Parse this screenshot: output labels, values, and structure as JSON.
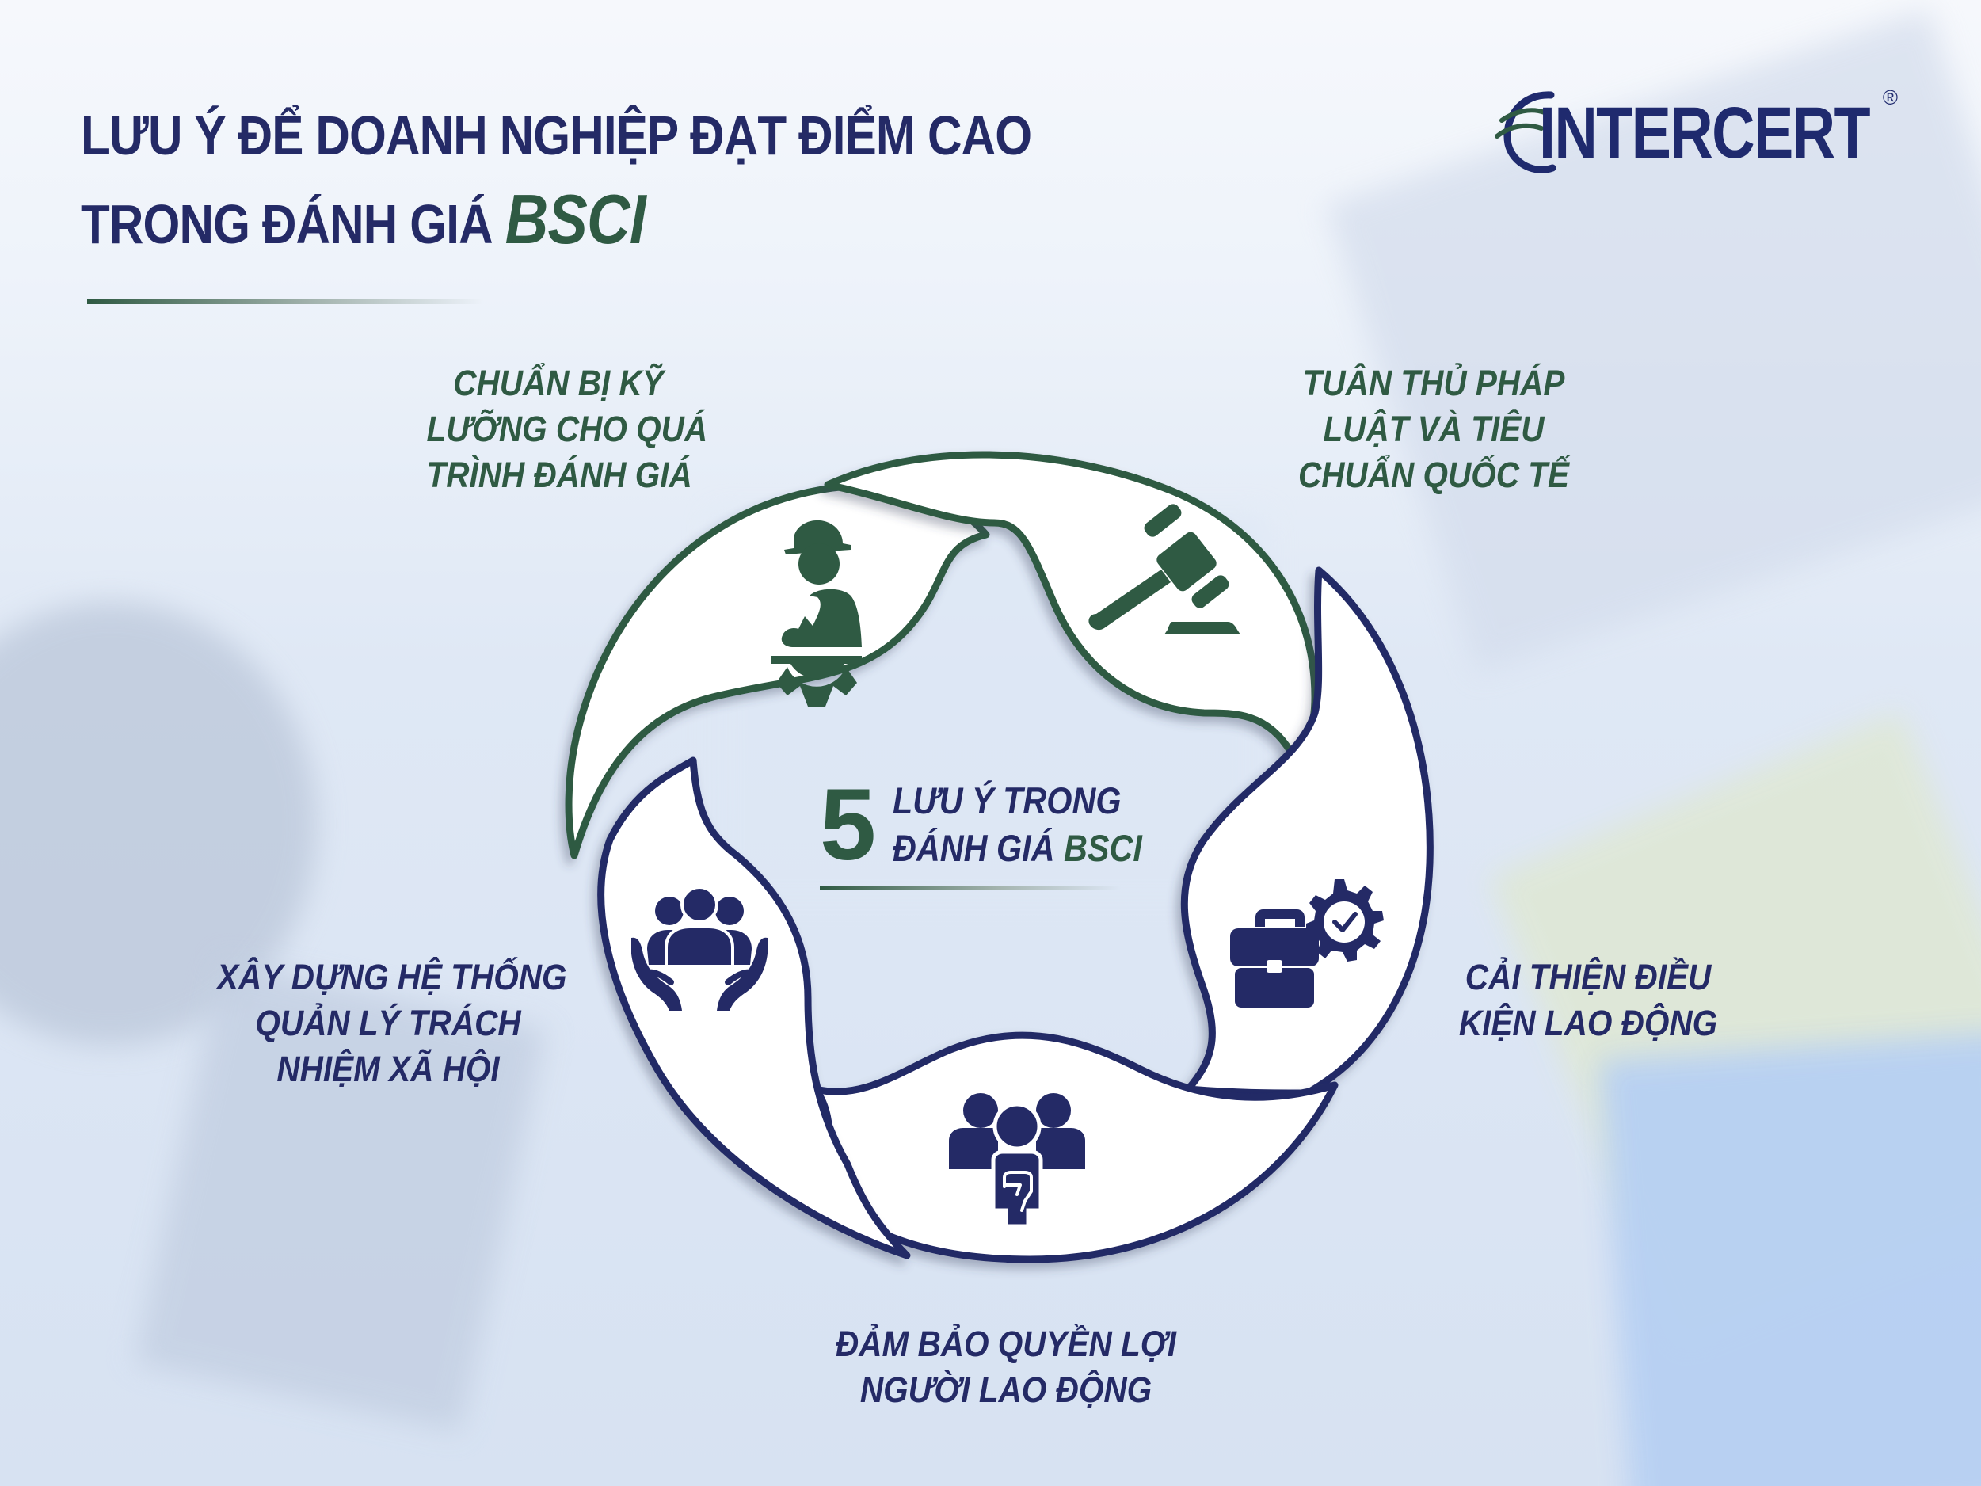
{
  "header": {
    "title_line1": "LƯU Ý ĐỂ DOANH NGHIỆP ĐẠT ĐIỂM CAO",
    "title_line2_prefix": "TRONG ĐÁNH GIÁ ",
    "title_line2_highlight": "BSCI"
  },
  "logo": {
    "text": "INTERCERT",
    "registered": "®"
  },
  "center": {
    "number": "5",
    "line1": "LƯU Ý TRONG",
    "line2_prefix": "ĐÁNH GIÁ ",
    "line2_highlight": "BSCI"
  },
  "items": [
    {
      "icon": "engineer-gear-icon",
      "lines": [
        "CHUẨN BỊ KỸ",
        "LƯỠNG CHO QUÁ",
        "TRÌNH ĐÁNH GIÁ"
      ],
      "color": "#2f5a43"
    },
    {
      "icon": "gavel-icon",
      "lines": [
        "TUÂN THỦ PHÁP",
        "LUẬT VÀ TIÊU",
        "CHUẨN QUỐC TẾ"
      ],
      "color": "#2f5a43"
    },
    {
      "icon": "briefcase-gear-check-icon",
      "lines": [
        "CẢI THIỆN ĐIỀU",
        "KIỆN LAO ĐỘNG"
      ],
      "color": "#242a66"
    },
    {
      "icon": "workers-fist-icon",
      "lines": [
        "ĐẢM BẢO QUYỀN LỢI",
        "NGƯỜI LAO ĐỘNG"
      ],
      "color": "#242a66"
    },
    {
      "icon": "hands-people-icon",
      "lines": [
        "XÂY DỰNG HỆ THỐNG",
        "QUẢN LÝ TRÁCH",
        "NHIỆM XÃ HỘI"
      ],
      "color": "#242a66"
    }
  ],
  "colors": {
    "green": "#2f5a43",
    "navy": "#242a66",
    "petal_fill": "#ffffff"
  }
}
